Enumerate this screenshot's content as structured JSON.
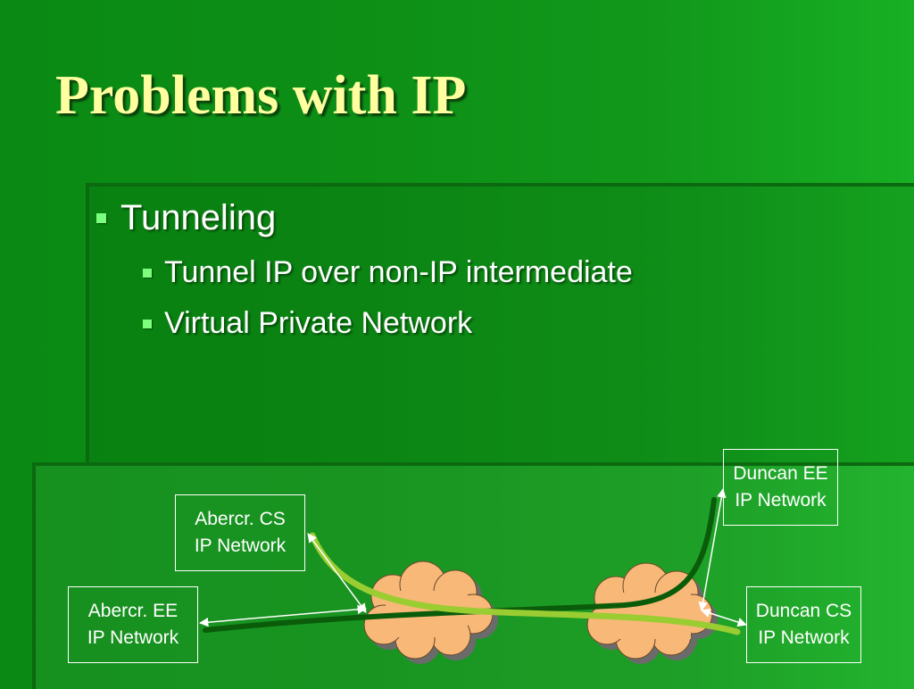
{
  "title": "Problems with IP",
  "bullets": {
    "main": "Tunneling",
    "sub": [
      "Tunnel IP over non-IP intermediate",
      "Virtual Private Network"
    ]
  },
  "networks": {
    "abercr_cs": [
      "Abercr. CS",
      "IP Network"
    ],
    "abercr_ee": [
      "Abercr. EE",
      "IP Network"
    ],
    "duncan_ee": [
      "Duncan EE",
      "IP Network"
    ],
    "duncan_cs": [
      "Duncan CS",
      "IP Network"
    ]
  },
  "colors": {
    "background": "#0d8f16",
    "title": "#ffffa0",
    "cloud": "#f8b878",
    "tunnel_light": "#9acd32",
    "tunnel_dark": "#0a5c0a"
  }
}
